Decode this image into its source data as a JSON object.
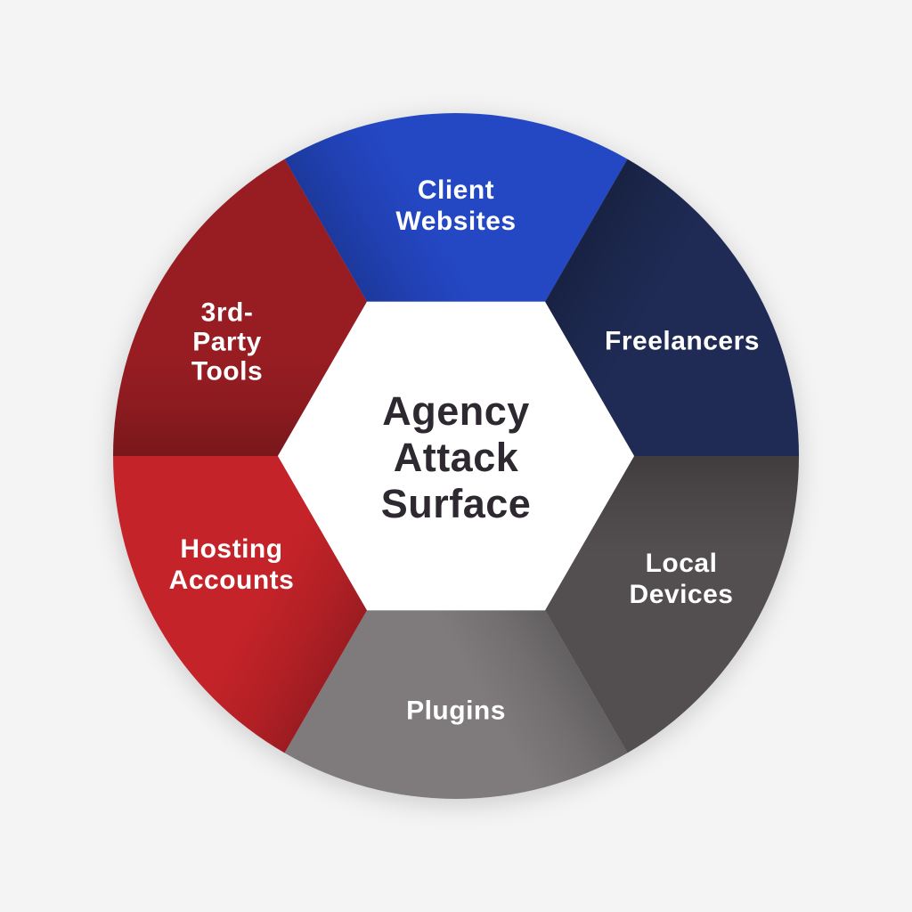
{
  "page": {
    "background_color": "#f4f4f4"
  },
  "diagram": {
    "type": "wheel-infographic",
    "title": "Agency Attack Surface",
    "center": {
      "label": "Agency\nAttack\nSurface",
      "fill_color": "#ffffff",
      "text_color": "#2e2930"
    },
    "segments": [
      {
        "name": "client-websites",
        "label": "Client\nWebsites",
        "color": "#2447c4",
        "text_color": "#ffffff",
        "position": "top"
      },
      {
        "name": "freelancers",
        "label": "Freelancers",
        "color": "#1f2b55",
        "text_color": "#ffffff",
        "position": "top-right"
      },
      {
        "name": "local-devices",
        "label": "Local\nDevices",
        "color": "#534e4f",
        "text_color": "#ffffff",
        "position": "bottom-right"
      },
      {
        "name": "plugins",
        "label": "Plugins",
        "color": "#7f7b7c",
        "text_color": "#ffffff",
        "position": "bottom"
      },
      {
        "name": "hosting-accounts",
        "label": "Hosting\nAccounts",
        "color": "#c32329",
        "text_color": "#ffffff",
        "position": "bottom-left"
      },
      {
        "name": "3rd-party-tools",
        "label": "3rd-\nParty\nTools",
        "color": "#971d22",
        "text_color": "#ffffff",
        "position": "top-left"
      }
    ]
  }
}
